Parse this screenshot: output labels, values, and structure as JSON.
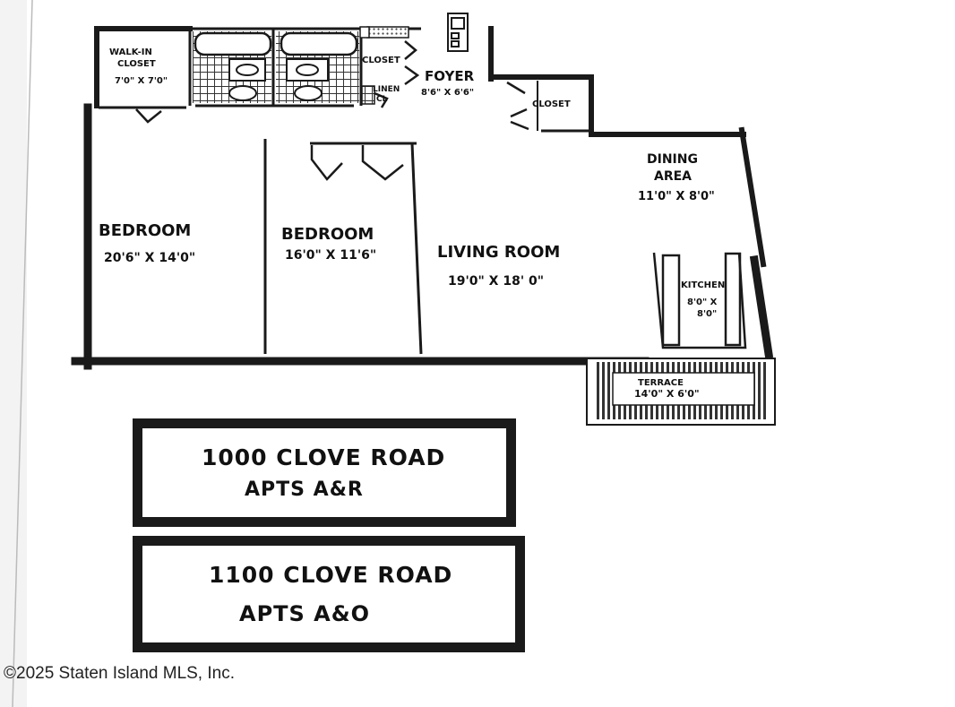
{
  "rooms": {
    "walk_in_closet": {
      "name": "WALK-IN CLOSET",
      "name_line1": "WALK-IN",
      "name_line2": "CLOSET",
      "size": "7'0\" X 7'0\""
    },
    "closet_top": {
      "name": "CLOSET"
    },
    "linen_closet": {
      "name_line1": "LINEN",
      "name_line2": "CL"
    },
    "foyer": {
      "name": "FOYER",
      "size": "8'6\" X 6'6\""
    },
    "closet_right": {
      "name": "CLOSET"
    },
    "dining_area": {
      "name_line1": "DINING",
      "name_line2": "AREA",
      "size": "11'0\" X 8'0\""
    },
    "bedroom_1": {
      "name": "BEDROOM",
      "size": "20'6\" X 14'0\""
    },
    "bedroom_2": {
      "name": "BEDROOM",
      "size": "16'0\" X 11'6\""
    },
    "living_room": {
      "name": "LIVING ROOM",
      "size": "19'0\" X 18' 0\""
    },
    "kitchen": {
      "name": "KITCHEN",
      "size_line1": "8'0\" X",
      "size_line2": "8'0\""
    },
    "terrace": {
      "name": "TERRACE",
      "size": "14'0\" X 6'0\""
    }
  },
  "addresses": [
    {
      "line1": "1000 CLOVE ROAD",
      "line2": "APTS A&R"
    },
    {
      "line1": "1100 CLOVE ROAD",
      "line2": "APTS A&O"
    }
  ],
  "copyright": "©2025 Staten Island MLS, Inc.",
  "colors": {
    "wall": "#1a1a1a",
    "background": "#ffffff",
    "tile": "#555555"
  }
}
